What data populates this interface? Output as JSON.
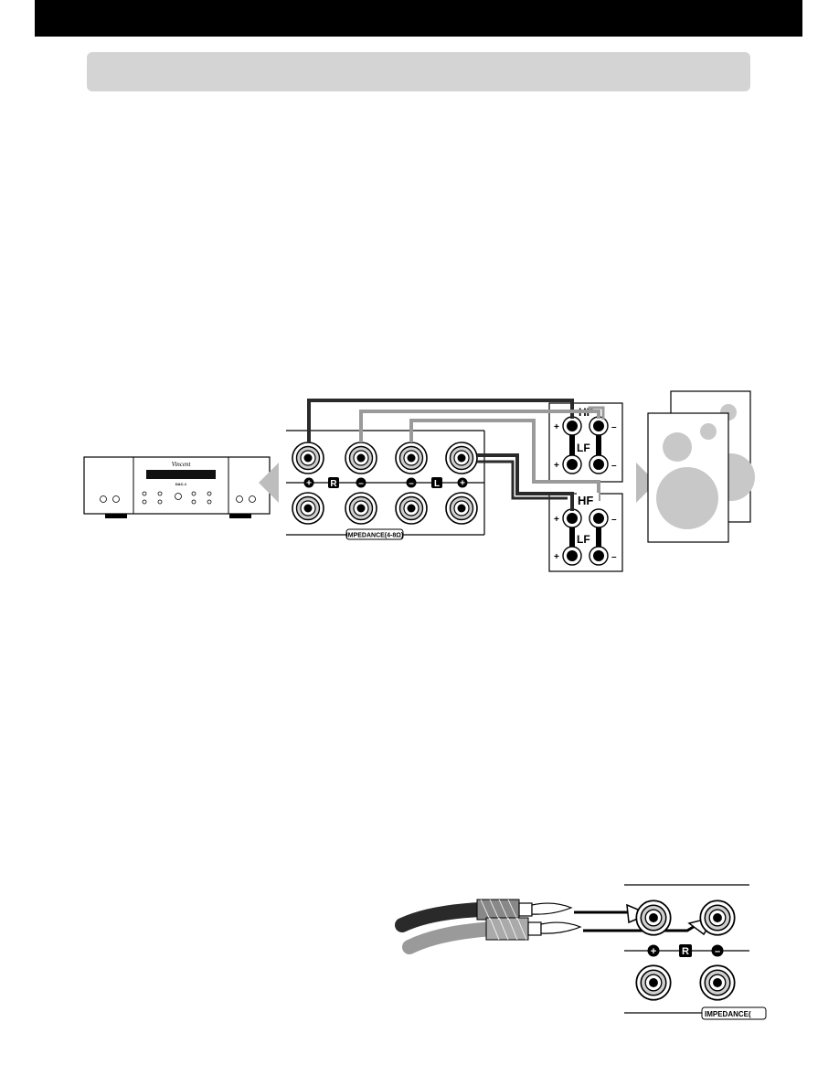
{
  "header": {
    "bar_color": "#000000"
  },
  "section": {
    "bar_color": "#d4d4d4"
  },
  "player": {
    "brand": "Vincent",
    "model": "DAC-1"
  },
  "amp_terminals": {
    "right_label": "R",
    "left_label": "L",
    "plus_symbol": "+",
    "minus_symbol": "–",
    "impedance_label": "IMPEDANCE(4-8Ω)"
  },
  "speaker_terminals_upper": {
    "hf_label": "HF",
    "lf_label": "LF",
    "plus_symbol": "+",
    "minus_symbol": "–"
  },
  "speaker_terminals_lower": {
    "hf_label": "HF",
    "lf_label": "LF",
    "plus_symbol": "+",
    "minus_symbol": "–"
  },
  "detail_terminals": {
    "right_label": "R",
    "impedance_label": "IMPEDANCE("
  },
  "colors": {
    "wire_dark": "#2a2a2a",
    "wire_grey": "#9a9a9a",
    "arrow_grey": "#bdbdbd"
  }
}
